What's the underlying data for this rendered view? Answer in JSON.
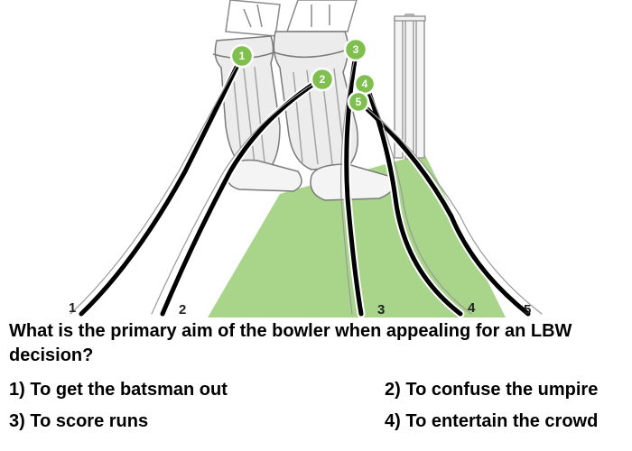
{
  "illustration": {
    "zones": [
      {
        "label": "1"
      },
      {
        "label": "2"
      },
      {
        "label": "3"
      },
      {
        "label": "4"
      },
      {
        "label": "5"
      }
    ],
    "leg_markers": [
      "1",
      "2",
      "3",
      "4",
      "5"
    ],
    "colors": {
      "pitch_green": "#a8d58a",
      "marker_green": "#7fbf4d",
      "stroke": "#000000"
    }
  },
  "question": {
    "text": "What is the primary aim of the bowler when appealing for an LBW decision?"
  },
  "options": [
    {
      "label": "1) To get the batsman out"
    },
    {
      "label": "2) To confuse the umpire"
    },
    {
      "label": "3) To score runs"
    },
    {
      "label": "4) To entertain the crowd"
    }
  ]
}
